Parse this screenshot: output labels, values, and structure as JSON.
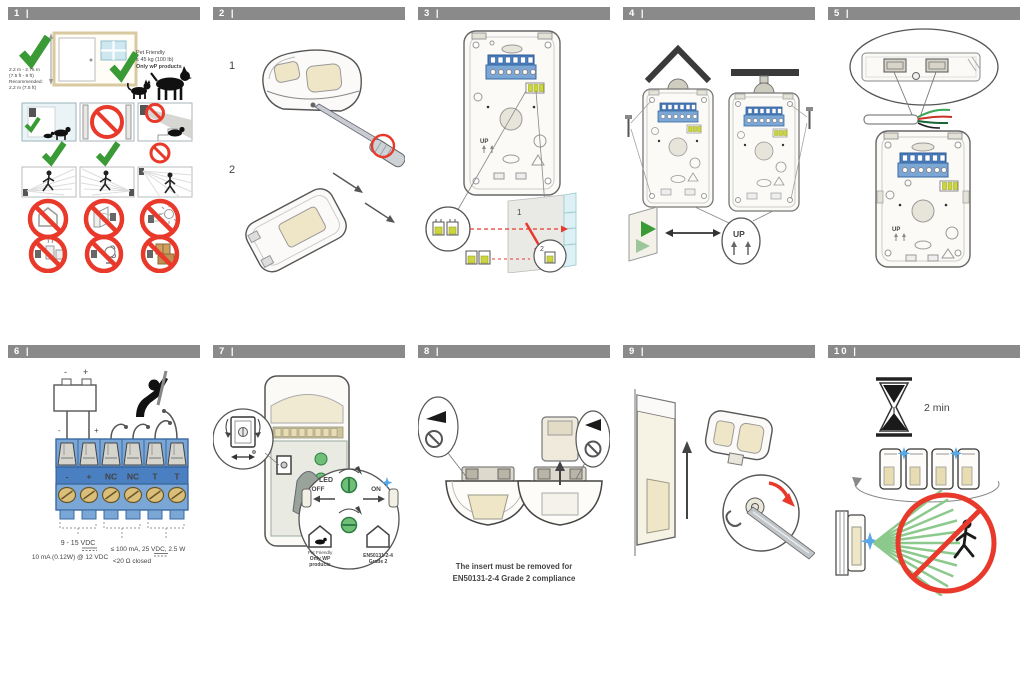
{
  "document_type": "installation-quick-guide",
  "colors": {
    "header_gray": "#8a8a8a",
    "accent_red": "#e8392b",
    "accent_green": "#3a9a35",
    "terminal_blue": "#7ba7d7",
    "terminal_blue_dark": "#4a7fc1",
    "jumper_yellow_green": "#cdd53e",
    "device_cream": "#efe6c8",
    "beam_green": "#8cc98c",
    "led_flash_blue": "#56a8e8",
    "screw_tan": "#d9bf7a"
  },
  "icons": {
    "check": "green check mark",
    "prohibition": "red circle with slash",
    "dog": "dog silhouette",
    "cat": "cat silhouette",
    "screwdriver": "screwdriver",
    "battery": "battery block",
    "tamper-person": "intruder silhouette",
    "hourglass": "hourglass",
    "led-flash": "blue star flash",
    "house": "house outline",
    "up-arrows": "two up arrows"
  },
  "panels": [
    {
      "label": "1 |",
      "mounting_height": [
        "2.2 m - 2.75 m",
        "(7.5 ft - 9 ft)",
        "Recommended:",
        "2.2 m (7.5 ft)"
      ],
      "pet_friendly": [
        "Pet Friendly",
        "≤ 45 kg (100 lb)",
        "Only wP products"
      ]
    },
    {
      "label": "2 |",
      "steps": [
        "1",
        "2"
      ]
    },
    {
      "label": "3 |",
      "callouts": [
        "1",
        "2"
      ],
      "up_label": "UP"
    },
    {
      "label": "4 |",
      "up_label": "UP"
    },
    {
      "label": "5 |",
      "up_label": "UP"
    },
    {
      "label": "6 |",
      "terminal_labels": [
        "-",
        "+",
        "NC",
        "NC",
        "T",
        "T"
      ],
      "battery_labels": [
        "-",
        "+"
      ],
      "specs": [
        "9 - 15 VDC",
        "10 mA (0.12W) @ 12 VDC",
        "≤ 100 mA, 25 VDC, 2.5 W",
        "<20 Ω closed"
      ]
    },
    {
      "label": "7 |",
      "led_label": "LED",
      "off_label": "OFF",
      "on_label": "ON",
      "pet_mode": [
        "Pet Friendly",
        "Only WP",
        "products"
      ],
      "grade_mode": [
        "EN50131-2-4",
        "Grade 2"
      ]
    },
    {
      "label": "8 |",
      "note": [
        "The insert must be removed for",
        "EN50131-2-4 Grade 2 compliance"
      ]
    },
    {
      "label": "9 |"
    },
    {
      "label": "10 |",
      "walk_test_time": "2 min"
    }
  ]
}
